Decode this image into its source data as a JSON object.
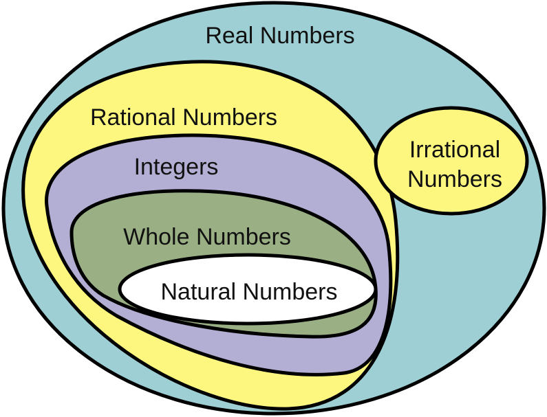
{
  "diagram": {
    "sets": {
      "real": {
        "label": "Real Numbers",
        "color": "#9ecfd4"
      },
      "rational": {
        "label": "Rational Numbers",
        "color": "#fdf77f"
      },
      "integers": {
        "label": "Integers",
        "color": "#b3aed3"
      },
      "whole": {
        "label": "Whole Numbers",
        "color": "#9ab084"
      },
      "natural": {
        "label": "Natural Numbers",
        "color": "#ffffff"
      },
      "irrational": {
        "label_line1": "Irrational",
        "label_line2": "Numbers",
        "color": "#fdf77f"
      }
    }
  }
}
